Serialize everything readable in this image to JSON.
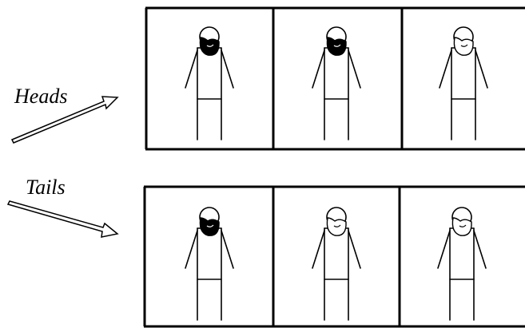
{
  "labels": {
    "heads": "Heads",
    "tails": "Tails"
  },
  "rows": [
    {
      "outcome": "heads",
      "panels": [
        {
          "beard": "dark"
        },
        {
          "beard": "dark"
        },
        {
          "beard": "light"
        }
      ]
    },
    {
      "outcome": "tails",
      "panels": [
        {
          "beard": "dark"
        },
        {
          "beard": "light"
        },
        {
          "beard": "light"
        }
      ]
    }
  ],
  "colors": {
    "ink": "#000000",
    "background": "#ffffff",
    "beard_dark": "#000000",
    "beard_light": "#ffffff"
  }
}
